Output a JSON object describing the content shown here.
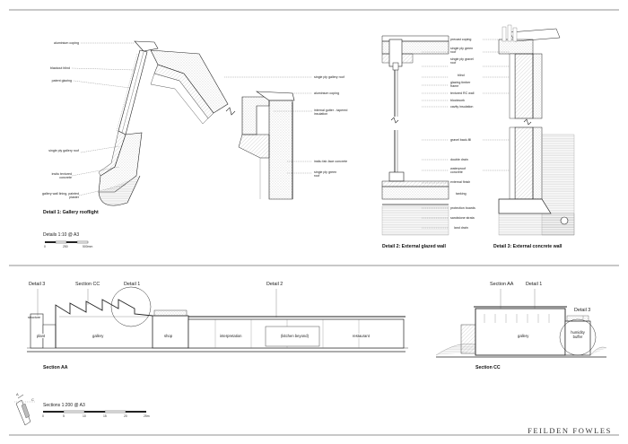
{
  "detail1": {
    "caption": "Detail 1: Gallery rooflight",
    "scale_title": "Details 1:10 @ A3",
    "scale_ticks": [
      "0",
      "250",
      "500mm"
    ],
    "labels_left": [
      "aluminium coping",
      "blackout blind",
      "patent glazing",
      "single ply gallery roof",
      "insitu textured concrete",
      "gallery wall lining, painted plaster"
    ],
    "labels_right": [
      "single ply gallery roof",
      "aluminium coping",
      "internal gutter - tapered insulation",
      "insitu fair-face concrete",
      "single ply green roof"
    ]
  },
  "detail2": {
    "caption": "Detail 2: External glazed wall",
    "labels": [
      "precast coping",
      "single ply green roof",
      "single ply gravel roof",
      "blind",
      "glazing timber frame",
      "textured RC wall",
      "blockwork",
      "cavity insulation",
      "gravel back-fill",
      "double drain",
      "waterproof concrete",
      "external finish",
      "tanking",
      "protection boards",
      "sandstone strata",
      "land drain"
    ]
  },
  "detail3": {
    "caption": "Detail 3: External concrete wall"
  },
  "section_aa": {
    "caption": "Section AA",
    "callouts": [
      "Detail 3",
      "Section CC",
      "Detail 1",
      "Detail 2"
    ],
    "rooms": [
      "plant",
      "gallery",
      "shop",
      "interpretation",
      "(kitchen beyond)",
      "restaurant"
    ],
    "small_label": "structure"
  },
  "section_cc": {
    "caption": "Section CC",
    "callouts": [
      "Section AA",
      "Detail 1",
      "Detail 3"
    ],
    "rooms": [
      "gallery",
      "humidity buffer"
    ]
  },
  "sections_scale": {
    "title": "Sections 1:200 @ A3",
    "ticks": [
      "0",
      "5",
      "10",
      "15",
      "20",
      "25m"
    ],
    "key_letters": [
      "A",
      "C"
    ]
  },
  "brand": "FEILDEN FOWLES"
}
